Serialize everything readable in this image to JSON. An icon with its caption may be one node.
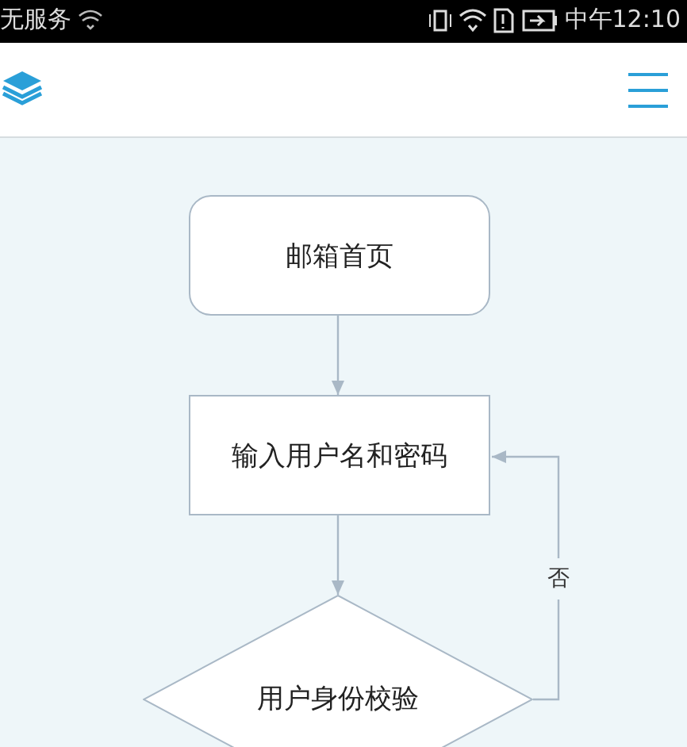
{
  "diagram": {
    "nodes": [
      {
        "text": [
          "邮箱首页"
        ]
      },
      {
        "text": [
          "输入用户名和密码"
        ]
      },
      {
        "text": [
          "用户身份校验"
        ]
      }
    ],
    "edges": [
      {
        "from": 0,
        "to": 1,
        "arrow": "to"
      },
      {
        "from": 1,
        "to": 2,
        "arrow": "to"
      },
      {
        "from": 2,
        "to": 1,
        "arrow": "to",
        "label": "否"
      }
    ],
    "labels": [
      "无服务",
      "中午12:10"
    ]
  }
}
